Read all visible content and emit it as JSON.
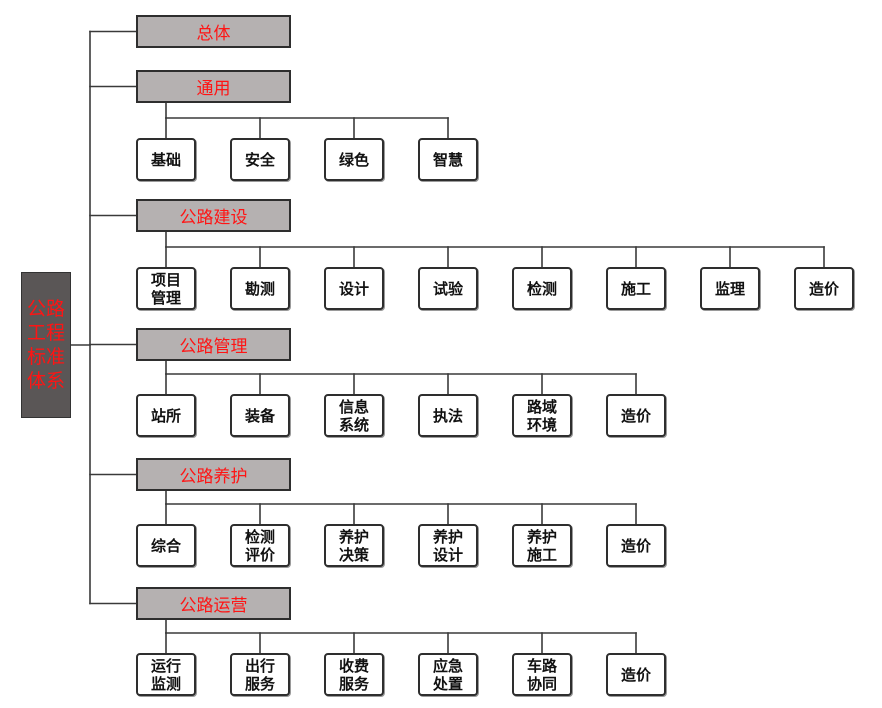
{
  "root": {
    "label": "公路工程标准体系"
  },
  "categories": [
    {
      "label": "总体",
      "children": []
    },
    {
      "label": "通用",
      "children": [
        "基础",
        "安全",
        "绿色",
        "智慧"
      ]
    },
    {
      "label": "公路建设",
      "children": [
        "项目管理",
        "勘测",
        "设计",
        "试验",
        "检测",
        "施工",
        "监理",
        "造价"
      ]
    },
    {
      "label": "公路管理",
      "children": [
        "站所",
        "装备",
        "信息系统",
        "执法",
        "路域环境",
        "造价"
      ]
    },
    {
      "label": "公路养护",
      "children": [
        "综合",
        "检测评价",
        "养护决策",
        "养护设计",
        "养护施工",
        "造价"
      ]
    },
    {
      "label": "公路运营",
      "children": [
        "运行监测",
        "出行服务",
        "收费服务",
        "应急处置",
        "车路协同",
        "造价"
      ]
    }
  ]
}
